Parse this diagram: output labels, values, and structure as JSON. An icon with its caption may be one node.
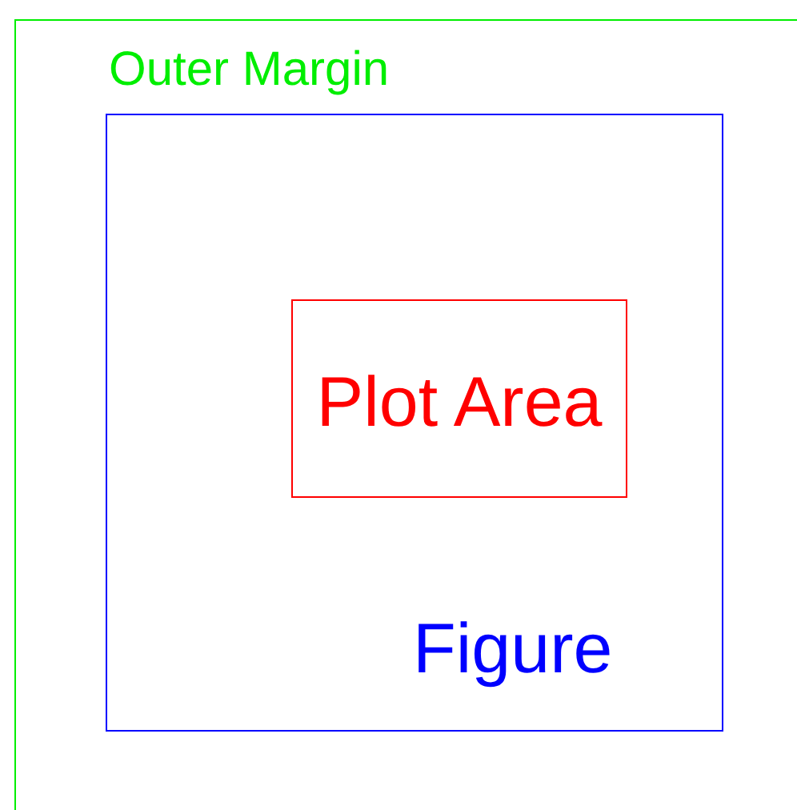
{
  "diagram": {
    "nodes": [
      {
        "text": [
          "Outer Margin"
        ]
      },
      {
        "text": [
          "Figure"
        ],
        "in": 0
      },
      {
        "text": [
          "Plot Area"
        ],
        "in": 1
      }
    ]
  }
}
